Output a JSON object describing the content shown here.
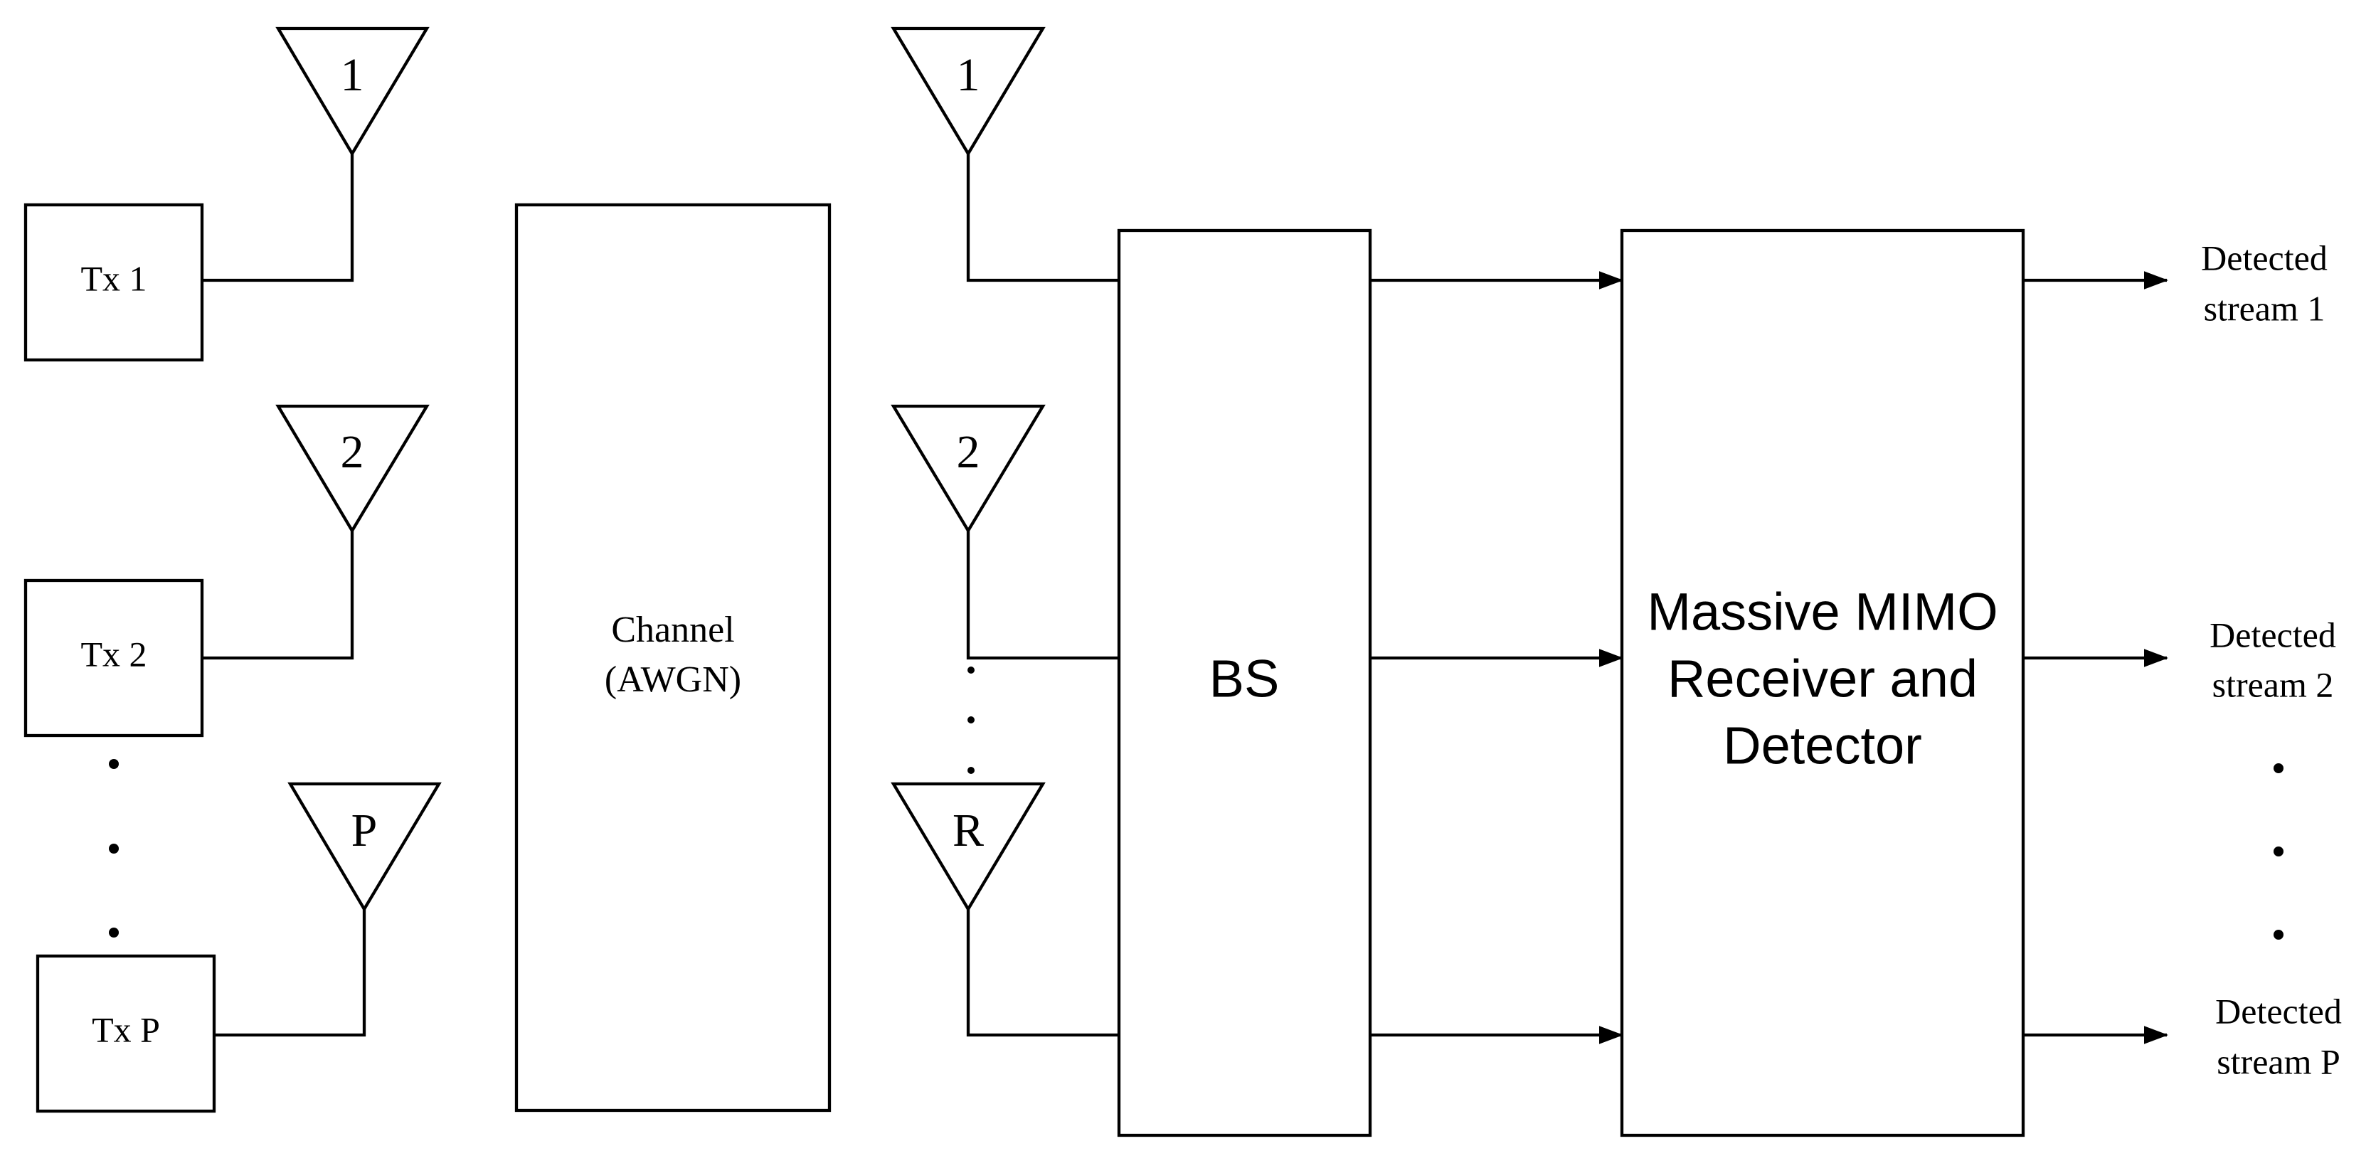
{
  "transmitters": [
    {
      "label": "Tx 1",
      "antenna": "1"
    },
    {
      "label": "Tx 2",
      "antenna": "2"
    },
    {
      "label": "Tx P",
      "antenna": "P"
    }
  ],
  "channel": {
    "line1": "Channel",
    "line2": "(AWGN)"
  },
  "receive_antennas": [
    "1",
    "2",
    "R"
  ],
  "bs": {
    "label": "BS"
  },
  "receiver": {
    "line1": "Massive MIMO",
    "line2": "Receiver and",
    "line3": "Detector"
  },
  "outputs": [
    {
      "line1": "Detected",
      "line2": "stream 1"
    },
    {
      "line1": "Detected",
      "line2": "stream 2"
    },
    {
      "line1": "Detected",
      "line2": "stream P"
    }
  ]
}
